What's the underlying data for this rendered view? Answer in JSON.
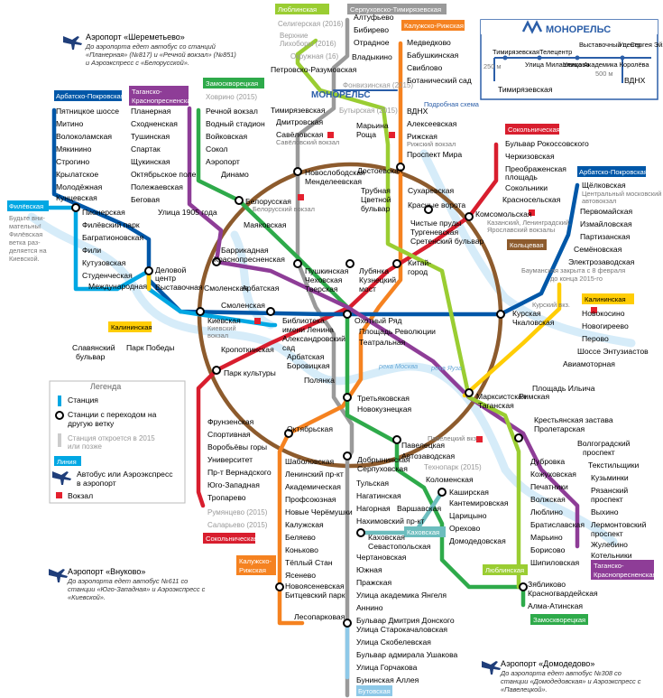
{
  "colors": {
    "sokolnicheskaya": "#d81e2e",
    "zamoskvoretskaya": "#2eaa4a",
    "arbatsko_pokrovskaya": "#0057a8",
    "filevskaya": "#00a7e3",
    "koltsevaya": "#8d5b2d",
    "kaluzhsko_rizhskaya": "#f58220",
    "tagansko_krasnopresnenskaya": "#8e3d97",
    "kalininskaya": "#ffcd05",
    "serpukhovsko_timiryazevskaya": "#9a9a9a",
    "lyublinskaya": "#9acd32",
    "kakhovskaya": "#6cbdbe",
    "butovskaya": "#8ec9e8",
    "monorail": "#2b5ea8",
    "airport": "#1f3e7a",
    "railway": "#e4202e"
  },
  "line_tags": {
    "lyublinskaya_top": "Люблинская",
    "serpukhovsko": "Серпуховско-Тимирязевская",
    "kaluzhsko_top": "Калужско-Рижская",
    "zamoskvoretskaya_top": "Замоскворецкая",
    "arbatsko_top": "Арбатско-Покровская",
    "tagansko_top_1": "Таганско-",
    "tagansko_top_2": "Краснопресненская",
    "filevskaya": "Филёвская",
    "kalininskaya_left": "Калининская",
    "sokolnicheskaya_top": "Сокольническая",
    "arbatsko_right": "Арбатско-Покровская",
    "koltsevaya": "Кольцевая",
    "kalininskaya_right": "Калининская",
    "sokolnicheskaya_bottom": "Сокольническая",
    "kaluzhsko_bottom_1": "Калужско-",
    "kaluzhsko_bottom_2": "Рижская",
    "kakhovskaya": "Каховская",
    "lyublinskaya_bottom": "Люблинская",
    "zamoskvoretskaya_bottom": "Замоскворецкая",
    "tagansko_bottom_1": "Таганско-",
    "tagansko_bottom_2": "Краснопресненская",
    "butovskaya": "Бутовская"
  },
  "airports": {
    "sheremetyevo": {
      "title": "Аэропорт «Шереметьево»",
      "line1": "До аэропорта едет автобус со станций",
      "line2": "«Планерная» (№817) и «Речной вокзал» (№851)",
      "line3": "и Аэроэкспресс с «Белорусской»."
    },
    "vnukovo": {
      "title": "Аэропорт «Внуково»",
      "line1": "До аэропорта едет автобус №611  со",
      "line2": "станции «Юго-Западная» и Аэроэкспресс с",
      "line3": "«Киевской»."
    },
    "domodedovo": {
      "title": "Аэропорт «Домодедово»",
      "line1": "До аэропорта едет автобус №308 со",
      "line2": "станции «Домодедовская» и Аэроэкспресс с",
      "line3": "«Павелецкой»."
    }
  },
  "monorail": {
    "title": "МОНОРЕЛЬС",
    "map_label": "МОНОРЕЛЬС",
    "scheme_note": "Подробная схема",
    "stations": [
      "Тимирязевская",
      "Улица Милашенкова",
      "Телецентр",
      "Улица Академика Королёва",
      "Выставочный центр",
      "Ул. Сергея Эйзенштейна"
    ],
    "vdnkh": "ВДНХ",
    "timiryazevskaya": "Тимирязевская",
    "dist1": "250 м",
    "dist2": "500 м"
  },
  "legend": {
    "title": "Легенда",
    "station": "Станция",
    "transfer_1": "Станции с переходом на",
    "transfer_2": "другую ветку",
    "future_1": "Станция откроется в 2015",
    "future_2": "или позже",
    "line": "Линия",
    "bus_1": "Автобус или Аэроэкспресс",
    "bus_2": "в аэропорт",
    "railway": "Вокзал"
  },
  "notes": {
    "filevskaya_1": "Будьте вни-",
    "filevskaya_2": "мательны!",
    "filevskaya_3": "Филёвская",
    "filevskaya_4": "ветка раз-",
    "filevskaya_5": "деляется на",
    "filevskaya_6": "Киевской.",
    "baumanskaya_1": "Бауманская закрыта с 8 февраля",
    "baumanskaya_2": "до конца 2015-го",
    "reka_moskva": "река Москва",
    "reka_yauza": "река Яуза"
  },
  "stations": {
    "altufyevo": "Алтуфьево",
    "bibirevo": "Бибирево",
    "otradnoe": "Отрадное",
    "vladykino": "Владыкино",
    "seligerskaya": "Селигерская (2016)",
    "verkhnie_1": "Верхние",
    "verkhnie_2": "Лихоборы (2016)",
    "okruzhnaya": "Окружная (16)",
    "petrovsko": "Петровско-Разумовская",
    "fonvizinskaya": "Фонвизинская (2015)",
    "butyrskaya": "Бутырская (2015)",
    "timiryazevskaya": "Тимирязевская",
    "dmitrovskaya": "Дмитровская",
    "savelovskaya": "Савёловская",
    "savelovsky_vokzal": "Савёловский вокзал",
    "medvedkovo": "Медведково",
    "babushkinskaya": "Бабушкинская",
    "sviblovo": "Свиблово",
    "botanichesky": "Ботанический сад",
    "vdnkh": "ВДНХ",
    "alekseevskaya": "Алексеевская",
    "rizhskaya": "Рижская",
    "rizhsky_vokzal": "Рижский вокзал",
    "prospekt_mira": "Проспект Мира",
    "marina_1": "Марьина",
    "marina_2": "Роща",
    "dostoevskaya": "Достоевская",
    "novoslobodskaya": "Новослободская",
    "mendeleevskaya": "Менделеевская",
    "trubnaya": "Трубная",
    "tsvetnoy_1": "Цветной",
    "tsvetnoy_2": "бульвар",
    "sukharevskaya": "Сухаревская",
    "krasnye_vorota": "Красные ворота",
    "chistye_prudy": "Чистые пруды",
    "turgenevskaya": "Тургеневская",
    "sretensky": "Сретенский бульвар",
    "komsomolskaya": "Комсомольская",
    "komsomolskaya_vokzal_1": "Казанский, Ленинградский,",
    "komsomolskaya_vokzal_2": "Ярославский вокзалы",
    "bulvar_rokossovskogo": "Бульвар Рокоссовского",
    "cherkizovskaya": "Черкизовская",
    "preobrazhenskaya_1": "Преображенская",
    "preobrazhenskaya_2": "площадь",
    "sokolniki": "Сокольники",
    "krasnoselskaya": "Красносельская",
    "shchelkovskaya": "Щёлковская",
    "avtovokzal_1": "Центральный московский",
    "avtovokzal_2": "автовокзал",
    "pervomayskaya": "Первомайская",
    "izmaylovskaya": "Измайловская",
    "partizanskaya": "Партизанская",
    "semenovskaya": "Семёновская",
    "elektrozavodskaya": "Электрозаводская",
    "rechnoy_vokzal": "Речной вокзал",
    "vodny_stadion": "Водный стадион",
    "voykovskaya": "Войковская",
    "sokol": "Сокол",
    "aeroport": "Аэропорт",
    "dinamo": "Динамо",
    "khovrino": "Ховрино (2015)",
    "planernaya": "Планерная",
    "skhodnenskaya": "Сходненская",
    "tushinskaya": "Тушинская",
    "spartak": "Спартак",
    "shchukinskaya": "Щукинская",
    "oktyabrskoe_pole": "Октябрьское поле",
    "polezhaevskaya": "Полежаевская",
    "begovaya": "Беговая",
    "ulitsa_1905": "Улица 1905 года",
    "pyatnitskoe": "Пятницкое шоссе",
    "mitino": "Митино",
    "volokolamskaya": "Волоколамская",
    "myakinino": "Мякинино",
    "strogino": "Строгино",
    "krylatskoe": "Крылатское",
    "molodezhnaya": "Молодёжная",
    "kuntsevskaya": "Кунцевская",
    "pionerskaya": "Пионерская",
    "filevsky_park": "Филёвский парк",
    "bagrationovskaya": "Багратионовская",
    "fili": "Фили",
    "kutuzovskaya": "Кутузовская",
    "studencheskaya": "Студенческая",
    "mezhdunarodnaya": "Международная",
    "delovoy_1": "Деловой",
    "delovoy_2": "центр",
    "vystavochnaya": "Выставочная",
    "belorusskaya": "Белорусская",
    "belorussky_vokzal": "Белорусский вокзал",
    "mayakovskaya": "Маяковская",
    "barrikadnaya": "Баррикадная",
    "krasnopresnenskaya": "Краснопресненская",
    "pushkinskaya": "Пушкинская",
    "chekhovskaya": "Чеховская",
    "tverskaya": "Тверская",
    "lubyanka": "Лубянка",
    "kuznetsky_1": "Кузнецкий",
    "kuznetsky_2": "мост",
    "kitay_1": "Китай-",
    "kitay_2": "город",
    "smolenskaya_1": "Смоленская",
    "arbatskaya_1": "Арбатская",
    "smolenskaya_2": "Смоленская",
    "kievskaya": "Киевская",
    "kievsky_vokzal_1": "Киевский",
    "kievsky_vokzal_2": "вокзал",
    "kropotkinskaya": "Кропоткинская",
    "biblioteka_1": "Библиотека",
    "biblioteka_2": "имени Ленина",
    "aleksandrovsky_1": "Александровский",
    "aleksandrovsky_2": "сад",
    "arbatskaya_2": "Арбатская",
    "borovitskaya": "Боровицкая",
    "okhotny_ryad": "Охотный Ряд",
    "ploshchad_revolyutsii": "Площадь Революции",
    "teatralnaya": "Театральная",
    "kurskaya": "Курская",
    "chkalovskaya": "Чкаловская",
    "kursky_vokzal": "Курский вкз.",
    "novokosino": "Новокосино",
    "novogireevo": "Новогиреево",
    "perovo": "Перово",
    "shosse_entuziastov": "Шоссе Энтузиастов",
    "aviamotornaya": "Авиамоторная",
    "ploshchad_ilicha": "Площадь Ильича",
    "marksistskaya": "Марксистская",
    "rimskaya": "Римская",
    "taganskaya": "Таганская",
    "slavyansky_1": "Славянский",
    "slavyansky_2": "бульвар",
    "park_pobedy": "Парк Победы",
    "park_kultury": "Парк культуры",
    "polyanka": "Полянка",
    "tretyakovskaya": "Третьяковская",
    "novokuznetskaya": "Новокузнецкая",
    "oktyabrskaya": "Октябрьская",
    "dobryninskaya": "Добрынинская",
    "serpukhovskaya": "Серпуховская",
    "paveletskaya": "Павелецкая",
    "paveletsky_vokzal": "Павелецкий вкз.",
    "avtozavodskaya": "Автозаводская",
    "tekhnopark": "Технопарк (2015)",
    "kolomenskaya": "Коломенская",
    "kashirskaya": "Каширская",
    "kantemirovskaya": "Кантемировская",
    "tsaritsyno": "Царицыно",
    "orekhovo": "Орехово",
    "domodedovskaya": "Домодедовская",
    "krasnogvardeyskaya": "Красногвардейская",
    "alma_atinskaya": "Алма-Атинская",
    "krestyanskaya": "Крестьянская застава",
    "proletarskaya": "Пролетарская",
    "volgogradsky_1": "Волгоградский",
    "volgogradsky_2": "проспект",
    "tekstilshchiki": "Текстильщики",
    "kuzminki": "Кузьминки",
    "ryazansky_1": "Рязанский",
    "ryazansky_2": "проспект",
    "vykhino": "Выхино",
    "lermontovsky_1": "Лермонтовский",
    "lermontovsky_2": "проспект",
    "zhulebino": "Жулебино",
    "kotelniki": "Котельники",
    "dubrovka": "Дубровка",
    "kozhukhovskaya": "Кожуховская",
    "pechatniki": "Печатники",
    "volzhskaya": "Волжская",
    "lyublino": "Люблино",
    "bratislavskaya": "Братиславская",
    "maryino": "Марьино",
    "borisovo": "Борисово",
    "shipilovskaya": "Шипиловская",
    "zyablikovo": "Зябликово",
    "frunzenskaya": "Фрунзенская",
    "sportivnaya": "Спортивная",
    "vorobyovy": "Воробьёвы горы",
    "universitet": "Университет",
    "pr_vernadskogo": "Пр-т Вернадского",
    "yugo_zapadnaya": "Юго-Западная",
    "troparevo": "Тропарево",
    "rumyantsevo": "Румянцево (2015)",
    "salarevo": "Саларьево (2015)",
    "shabolovskaya": "Шаболовская",
    "leninsky": "Ленинский пр-кт",
    "akademicheskaya": "Академическая",
    "profsoyuznaya": "Профсоюзная",
    "novye_cheremushki": "Новые Черёмушки",
    "kaluzhskaya": "Калужская",
    "belyaevo": "Беляево",
    "konkovo": "Коньково",
    "teply_stan": "Тёплый Стан",
    "yasenevo": "Ясенево",
    "novoyasenevskaya": "Новоясеневская",
    "bitsevsky_park": "Битцевский парк",
    "lesoparkovaya": "Лесопарковая",
    "tulskaya": "Тульская",
    "nagatinskaya": "Нагатинская",
    "nagornaya": "Нагорная",
    "nakhimovsky": "Нахимовский пр-кт",
    "varshavskaya": "Варшавская",
    "kakhovskaya": "Каховская",
    "sevastopolskaya": "Севастопольская",
    "chertanovskaya": "Чертановская",
    "yuzhnaya": "Южная",
    "prazhskaya": "Пражская",
    "yangelya": "Улица академика Янгеля",
    "annino": "Аннино",
    "bulvar_donskogo": "Бульвар Дмитрия Донского",
    "starokachalovskaya": "Улица Старокачаловская",
    "skobelevskaya": "Улица Скобелевская",
    "ushakova": "Бульвар адмирала Ушакова",
    "gorchakova": "Улица Горчакова",
    "buninskaya": "Бунинская Аллея"
  }
}
